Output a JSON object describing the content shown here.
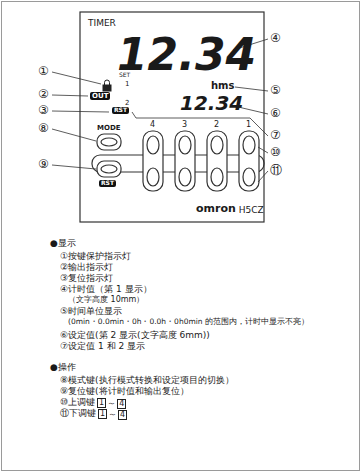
{
  "diagram": {
    "labels": [
      "TIMER",
      "12.34",
      "④",
      "SET",
      "1",
      "①",
      "hms",
      "⑤",
      "OUT",
      "②",
      "12.34",
      "2",
      "⑥",
      "RST",
      "③",
      "4",
      "3",
      "2",
      "1",
      "⑦",
      "MODE",
      "⑧",
      "⑩",
      "⑨",
      "⑪",
      "RST",
      "omron",
      "H5CZ",
      "●显示",
      "①按键保护指示灯",
      "②输出指示灯",
      "③复位指示灯",
      "④计时值（第 1 显示）",
      "（文字高度 10mm）",
      "⑤时间单位显示",
      "(0min・0.0min・0h・0.0h・0h0min 的范围内，计时中显示不亮）",
      "⑥设定值(第 2 显示(文字高度 6mm))",
      "⑦设定值 1 和 2 显示",
      "●操作",
      "⑧模式键(执行模式转换和设定项目的切换）",
      "⑨复位键(将计时值和输出复位）",
      "⑩上调键",
      "1",
      "～",
      "4",
      "⑪下调键",
      "1",
      "～",
      "4"
    ]
  }
}
